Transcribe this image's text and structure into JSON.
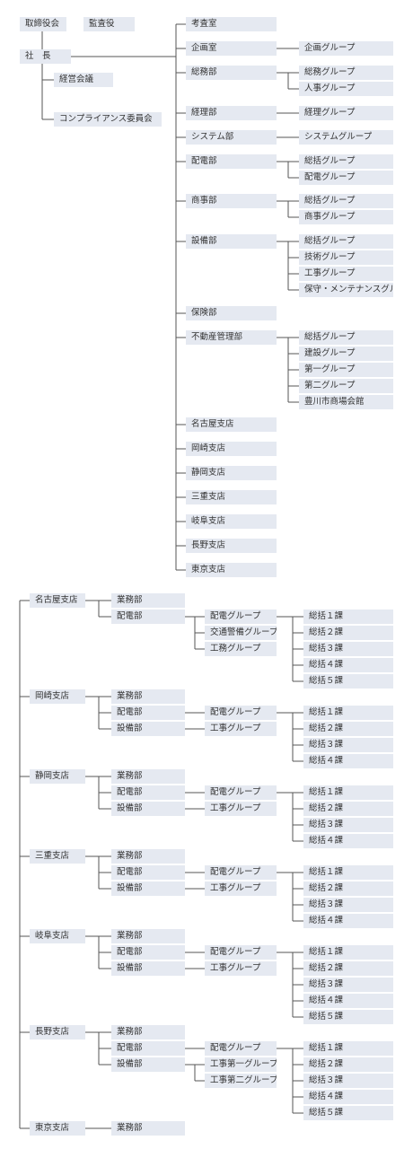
{
  "executives": {
    "board": "取締役会",
    "auditor": "監査役",
    "president": "社　長",
    "mgmt_council": "経営会議",
    "compliance": "コンプライアンス委員会"
  },
  "departments": [
    {
      "name": "考査室",
      "groups": []
    },
    {
      "name": "企画室",
      "groups": [
        "企画グループ"
      ]
    },
    {
      "name": "総務部",
      "groups": [
        "総務グループ",
        "人事グループ"
      ]
    },
    {
      "name": "経理部",
      "groups": [
        "経理グループ"
      ]
    },
    {
      "name": "システム部",
      "groups": [
        "システムグループ"
      ]
    },
    {
      "name": "配電部",
      "groups": [
        "総括グループ",
        "配電グループ"
      ]
    },
    {
      "name": "商事部",
      "groups": [
        "総括グループ",
        "商事グループ"
      ]
    },
    {
      "name": "設備部",
      "groups": [
        "総括グループ",
        "技術グループ",
        "工事グループ",
        "保守・メンテナンスグループ"
      ]
    },
    {
      "name": "保険部",
      "groups": []
    },
    {
      "name": "不動産管理部",
      "groups": [
        "総括グループ",
        "建設グループ",
        "第一グループ",
        "第二グループ",
        "豊川市商場会館"
      ]
    },
    {
      "name": "名古屋支店",
      "groups": []
    },
    {
      "name": "岡崎支店",
      "groups": []
    },
    {
      "name": "静岡支店",
      "groups": []
    },
    {
      "name": "三重支店",
      "groups": []
    },
    {
      "name": "岐阜支店",
      "groups": []
    },
    {
      "name": "長野支店",
      "groups": []
    },
    {
      "name": "東京支店",
      "groups": []
    }
  ],
  "branches": [
    {
      "name": "名古屋支店",
      "departments": [
        {
          "name": "業務部",
          "groups": []
        },
        {
          "name": "配電部",
          "groups": [
            "配電グループ",
            "交通警備グループ",
            "工務グループ"
          ],
          "sections": [
            "総括１課",
            "総括２課",
            "総括３課",
            "総括４課",
            "総括５課"
          ]
        }
      ]
    },
    {
      "name": "岡崎支店",
      "departments": [
        {
          "name": "業務部",
          "groups": []
        },
        {
          "name": "配電部",
          "groups": [
            "配電グループ"
          ],
          "sections": [
            "総括１課",
            "総括２課",
            "総括３課",
            "総括４課"
          ]
        },
        {
          "name": "設備部",
          "groups": [
            "工事グループ"
          ]
        }
      ]
    },
    {
      "name": "静岡支店",
      "departments": [
        {
          "name": "業務部",
          "groups": []
        },
        {
          "name": "配電部",
          "groups": [
            "配電グループ"
          ],
          "sections": [
            "総括１課",
            "総括２課",
            "総括３課",
            "総括４課"
          ]
        },
        {
          "name": "設備部",
          "groups": [
            "工事グループ"
          ]
        }
      ]
    },
    {
      "name": "三重支店",
      "departments": [
        {
          "name": "業務部",
          "groups": []
        },
        {
          "name": "配電部",
          "groups": [
            "配電グループ"
          ],
          "sections": [
            "総括１課",
            "総括２課",
            "総括３課",
            "総括４課"
          ]
        },
        {
          "name": "設備部",
          "groups": [
            "工事グループ"
          ]
        }
      ]
    },
    {
      "name": "岐阜支店",
      "departments": [
        {
          "name": "業務部",
          "groups": []
        },
        {
          "name": "配電部",
          "groups": [
            "配電グループ"
          ],
          "sections": [
            "総括１課",
            "総括２課",
            "総括３課",
            "総括４課",
            "総括５課"
          ]
        },
        {
          "name": "設備部",
          "groups": [
            "工事グループ"
          ]
        }
      ]
    },
    {
      "name": "長野支店",
      "departments": [
        {
          "name": "業務部",
          "groups": []
        },
        {
          "name": "配電部",
          "groups": [
            "配電グループ"
          ],
          "sections": [
            "総括１課",
            "総括２課",
            "総括３課",
            "総括４課",
            "総括５課"
          ]
        },
        {
          "name": "設備部",
          "groups": [
            "工事第一グループ",
            "工事第二グループ"
          ]
        }
      ]
    },
    {
      "name": "東京支店",
      "departments": [
        {
          "name": "業務部",
          "groups": []
        }
      ]
    }
  ],
  "colors": {
    "box": "#e5e9f1",
    "line": "#555555",
    "text": "#333333"
  }
}
